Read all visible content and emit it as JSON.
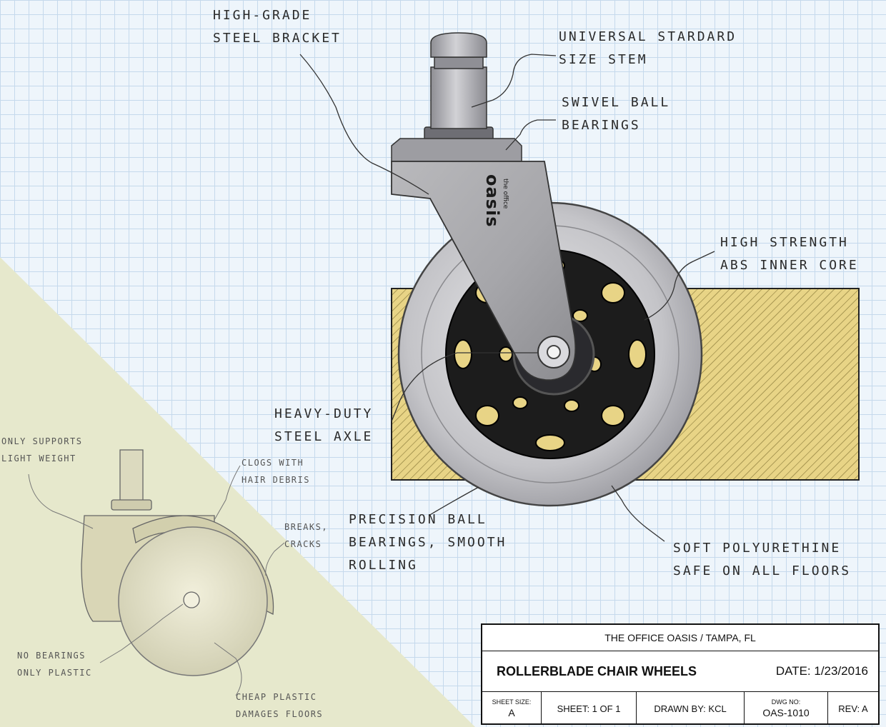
{
  "callouts": {
    "bracket": [
      "High-grade",
      "steel bracket"
    ],
    "stem": [
      "Universal stardard",
      "size stem"
    ],
    "swivel": [
      "Swivel ball",
      "bearings"
    ],
    "core": [
      "High strength",
      "ABS inner core"
    ],
    "axle": [
      "Heavy-duty",
      "steel axle"
    ],
    "precision": [
      "Precision ball",
      "bearings, smooth",
      "rolling"
    ],
    "soft": [
      "Soft polyurethine",
      "safe on all floors"
    ]
  },
  "old_wheel": {
    "light": [
      "Only supports",
      "light weight"
    ],
    "clogs": [
      "Clogs with",
      "hair debris"
    ],
    "breaks": [
      "Breaks,",
      "cracks"
    ],
    "nobearings": [
      "No bearings",
      "only plastic"
    ],
    "cheap": [
      "Cheap plastic",
      "damages floors"
    ]
  },
  "logo": {
    "line1": "the office",
    "line2": "oasis"
  },
  "title_block": {
    "company": "THE OFFICE OASIS  /  TAMPA, FL",
    "title": "ROLLERBLADE CHAIR WHEELS",
    "date": "DATE: 1/23/2016",
    "sheet_size_label": "SHEET SIZE:",
    "sheet_size": "A",
    "sheet": "SHEET: 1 OF 1",
    "drawn_by": "DRAWN BY: KCL",
    "dwg_no_label": "DWG NO:",
    "dwg_no": "OAS-1010",
    "rev": "REV: A"
  },
  "colors": {
    "grid": "#c5d9ec",
    "background": "#eef5fb",
    "old_panel": "#e6e8cc",
    "floor_block": "#e8d486",
    "metal": "#a9a9ae",
    "hub": "#1c1c1c"
  }
}
